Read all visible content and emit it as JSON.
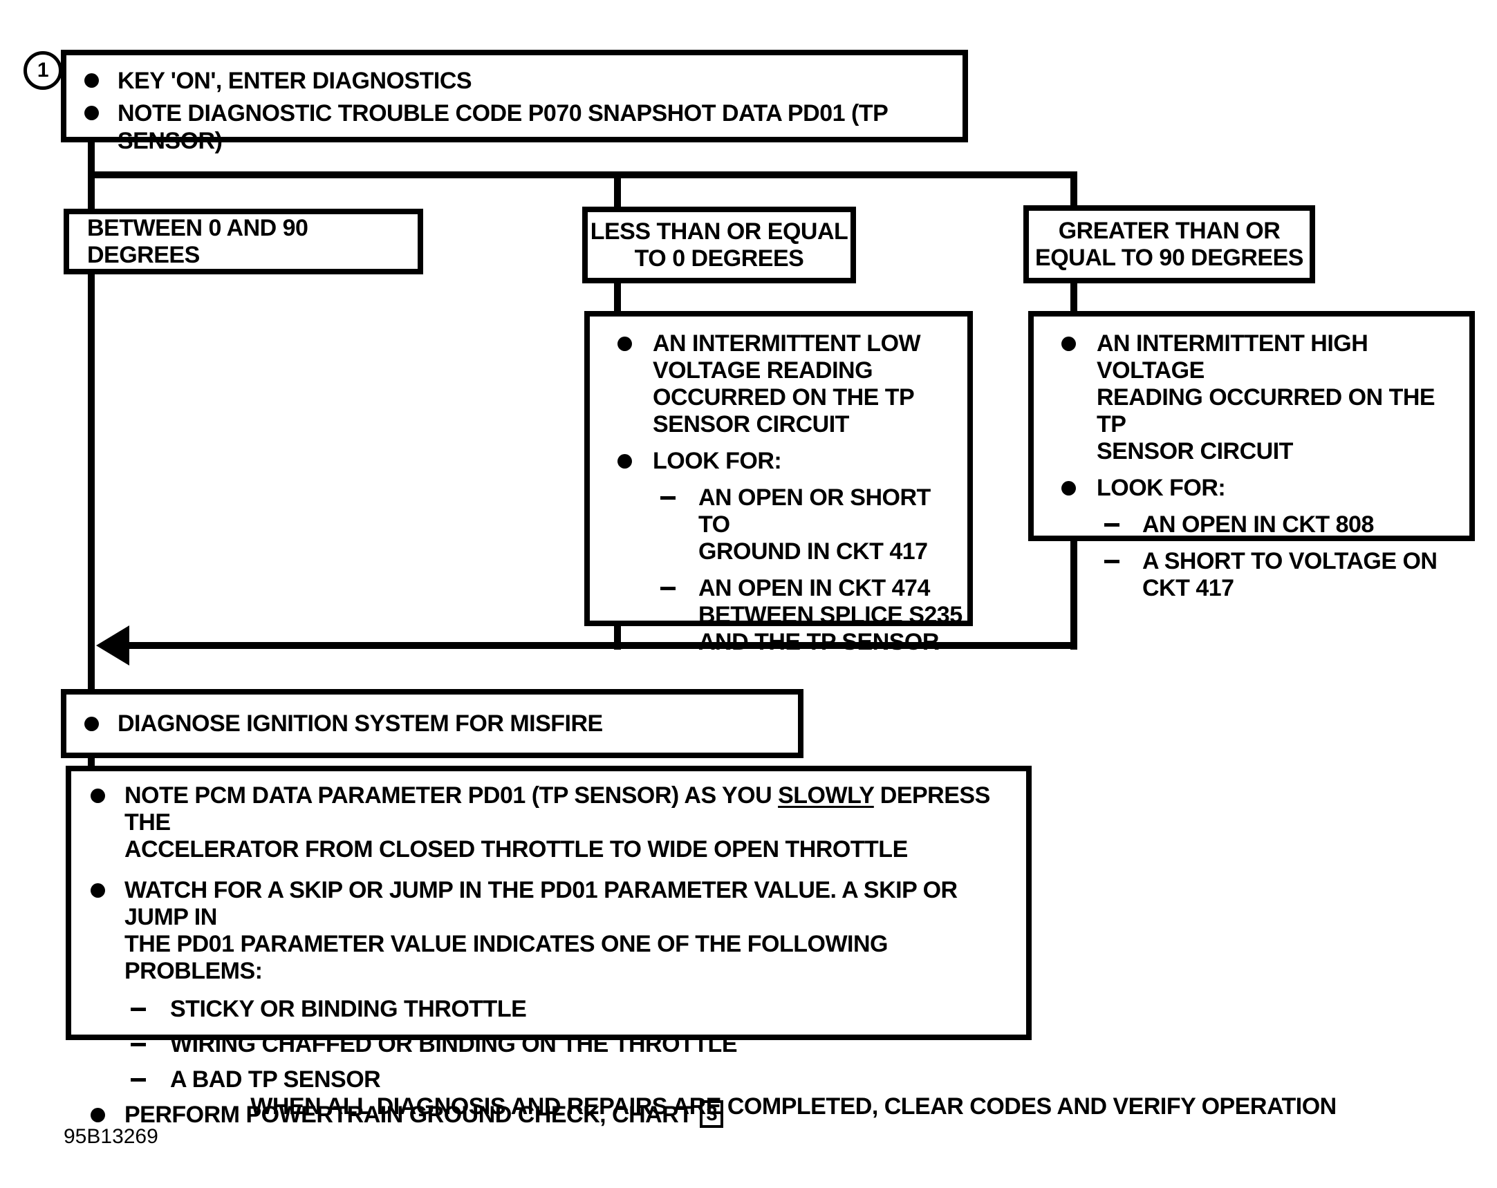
{
  "page": {
    "step_number": "1",
    "footer_note": "WHEN ALL DIAGNOSIS AND REPAIRS ARE COMPLETED, CLEAR CODES AND VERIFY OPERATION",
    "document_id": "95B13269",
    "ink_color": "#000000",
    "paper_color": "#ffffff"
  },
  "start_box": {
    "bullet1": "KEY 'ON', ENTER DIAGNOSTICS",
    "bullet2": "NOTE DIAGNOSTIC TROUBLE CODE P070 SNAPSHOT DATA PD01 (TP SENSOR)"
  },
  "branch_left": {
    "label": "BETWEEN 0 AND 90 DEGREES"
  },
  "branch_middle": {
    "line1": "LESS THAN OR EQUAL",
    "line2": "TO 0 DEGREES"
  },
  "branch_right": {
    "line1": "GREATER THAN OR",
    "line2": "EQUAL TO 90 DEGREES"
  },
  "low_voltage_box": {
    "bullet1_lines": [
      "AN INTERMITTENT LOW",
      "VOLTAGE READING",
      "OCCURRED ON THE TP",
      "SENSOR CIRCUIT"
    ],
    "bullet2": "LOOK FOR:",
    "dash1_lines": [
      "AN OPEN OR SHORT TO",
      "GROUND IN CKT 417"
    ],
    "dash2_lines": [
      "AN OPEN IN CKT 474",
      "BETWEEN SPLICE S235",
      "AND THE TP SENSOR"
    ]
  },
  "high_voltage_box": {
    "bullet1_lines": [
      "AN INTERMITTENT HIGH VOLTAGE",
      "READING OCCURRED ON THE TP",
      "SENSOR CIRCUIT"
    ],
    "bullet2": "LOOK FOR:",
    "dash1_lines": [
      "AN OPEN IN CKT 808"
    ],
    "dash2_lines": [
      "A SHORT TO VOLTAGE ON",
      "CKT 417"
    ]
  },
  "misfire_box": {
    "bullet1": "DIAGNOSE IGNITION SYSTEM FOR MISFIRE"
  },
  "procedure_box": {
    "note_prefix": "NOTE PCM DATA PARAMETER PD01 (TP SENSOR) AS YOU ",
    "note_underlined": "SLOWLY",
    "note_suffix": " DEPRESS THE",
    "note_line2": "ACCELERATOR FROM CLOSED THROTTLE TO WIDE OPEN THROTTLE",
    "watch_line1": "WATCH FOR A SKIP OR JUMP IN THE PD01 PARAMETER VALUE. A SKIP OR JUMP IN",
    "watch_line2": "THE PD01 PARAMETER VALUE INDICATES ONE OF THE FOLLOWING PROBLEMS:",
    "dash1": "STICKY OR BINDING THROTTLE",
    "dash2": "WIRING CHAFFED OR BINDING ON THE THROTTLE",
    "dash3": "A BAD TP SENSOR",
    "perform_prefix": "PERFORM POWERTRAIN GROUND CHECK, CHART ",
    "perform_chart_ref": "3"
  }
}
